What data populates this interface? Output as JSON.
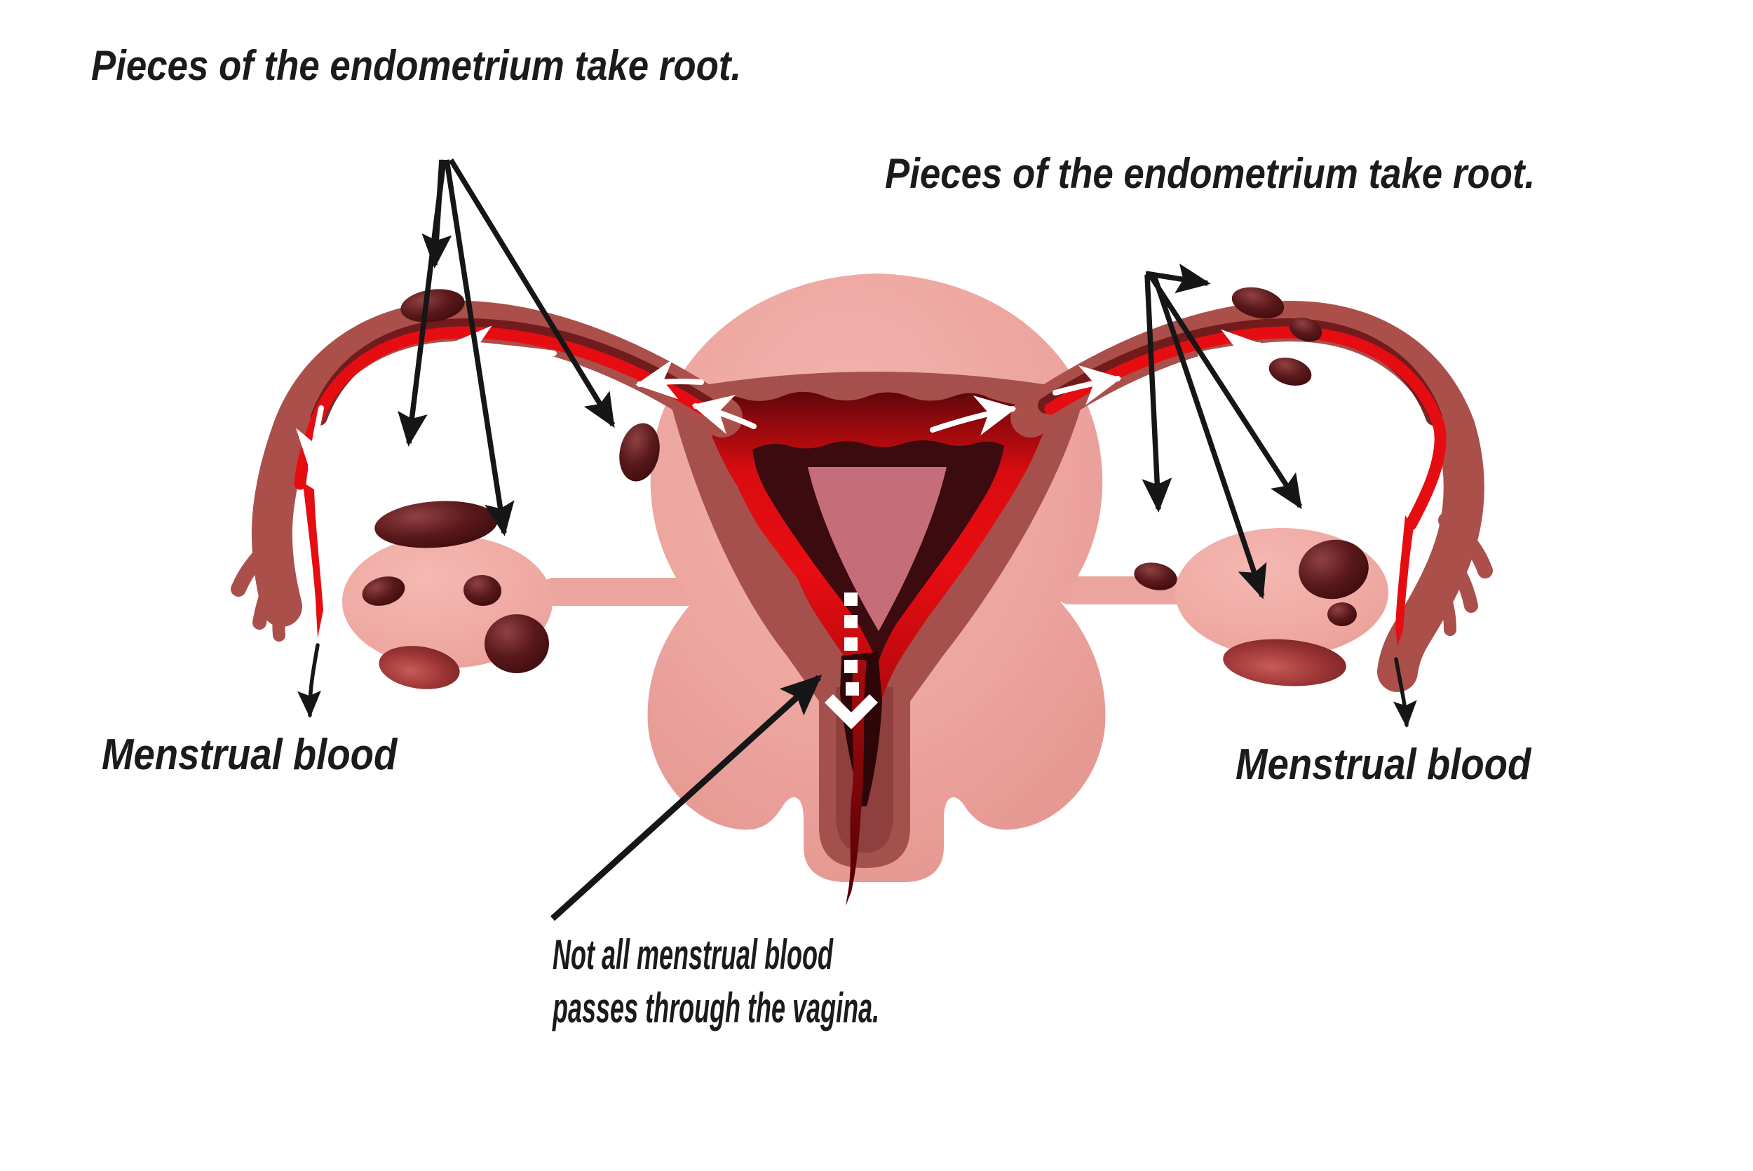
{
  "labels": {
    "left_take_root": "Pieces of the endometrium take root.",
    "right_take_root": "Pieces of the endometrium take root.",
    "left_menstrual": "Menstrual blood",
    "right_menstrual": "Menstrual blood",
    "bottom_line1": "Not all menstrual blood",
    "bottom_line2": "passes through the vagina."
  },
  "colors": {
    "background": "#ffffff",
    "text": "#1b1b1b",
    "body_pink": "#eca49e",
    "ovary_pink": "#f0aca6",
    "tube_dusty_red": "#ab4f4b",
    "inner_wall_dusty": "#a4504d",
    "blood_bright_red": "#e60d12",
    "endometrium_dark_maroon": "#3b0b0f",
    "cavity_pink": "#c56e7a",
    "implant_blob_dark": "#310607",
    "flow_arrow_white": "#ffffff",
    "pointer_arrow_black": "#161616"
  },
  "figure_parts": {
    "uterus": "uterus-body",
    "endometrium": "endometrium-lining",
    "cavity": "uterine-cavity",
    "cervix": "cervical-canal",
    "vagina": "vagina",
    "tubes": [
      "fallopian-tube-left",
      "fallopian-tube-right"
    ],
    "fimbriae": [
      "fimbriae-left",
      "fimbriae-right"
    ],
    "ovaries": [
      "ovary-left",
      "ovary-right"
    ],
    "implants": "endometrium-piece",
    "drips": [
      "menstrual-blood-drip-left",
      "menstrual-blood-drip-right"
    ]
  },
  "annotation_arrows": {
    "left_pointer_fan": 4,
    "right_pointer_fan": 4,
    "white_flow_arrows": 8,
    "cervix_pointer": 1,
    "menstrual_drip_pointers": 2
  }
}
